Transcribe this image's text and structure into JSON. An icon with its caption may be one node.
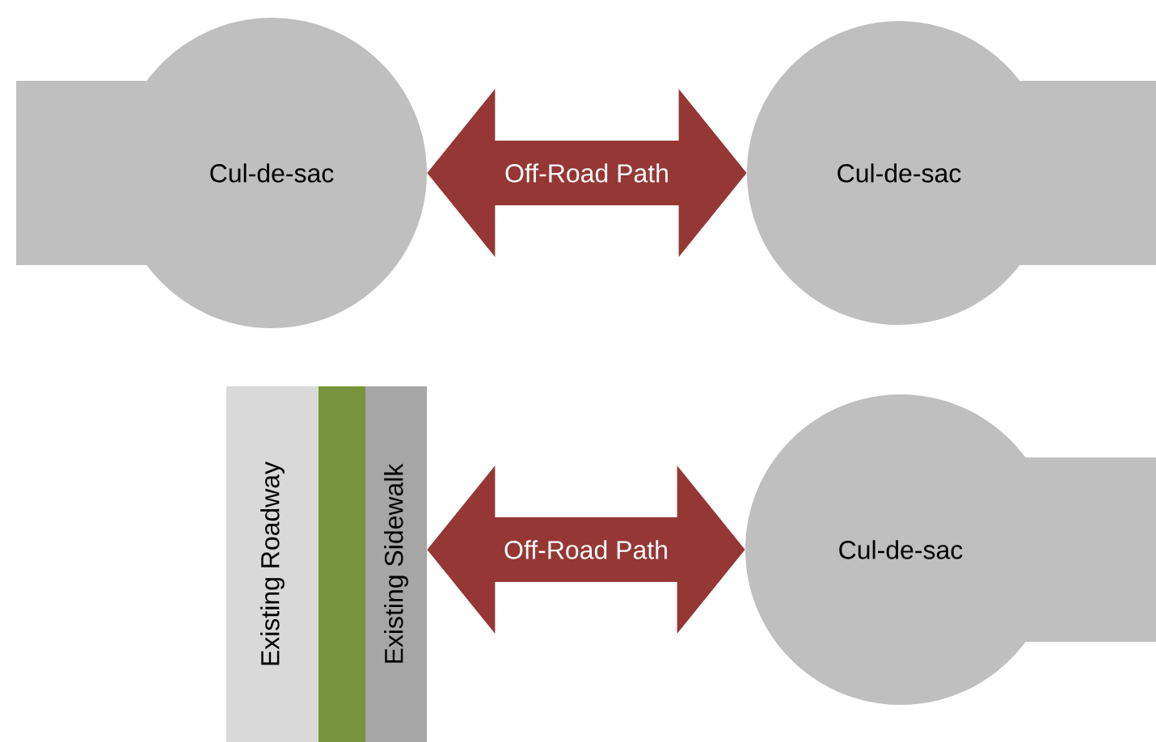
{
  "diagram": {
    "nodes": [
      {
        "text": [
          "Cul-de-sac"
        ]
      },
      {
        "text": [
          "Cul-de-sac"
        ]
      },
      {
        "text": [
          "Existing Roadway"
        ]
      },
      {
        "text": [],
        "shape": "bar"
      },
      {
        "text": [
          "Existing Sidewalk"
        ]
      },
      {
        "text": [
          "Cul-de-sac"
        ]
      }
    ],
    "edges": [
      {
        "from": 0,
        "to": 1,
        "arrow": "both",
        "label": "Off-Road Path"
      },
      {
        "from": 4,
        "to": 5,
        "arrow": "both",
        "label": "Off-Road Path"
      }
    ]
  }
}
